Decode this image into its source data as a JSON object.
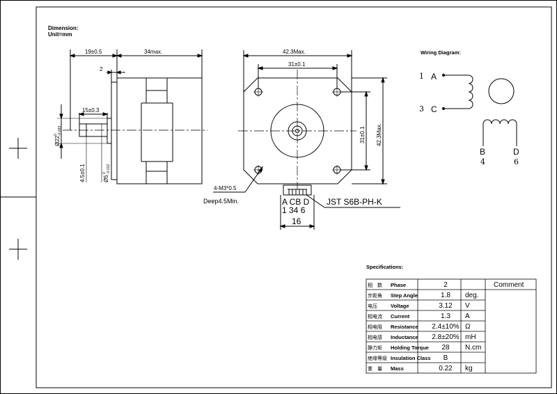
{
  "header": {
    "dimension_label": "Dimension:",
    "unit_label": "Unit=mm"
  },
  "side_view": {
    "dims": {
      "flange_offset": "19±0.5",
      "body_length": "34max.",
      "flange_thickness": "2",
      "shaft_length": "15±0.3",
      "pilot_dia": "Ø22",
      "pilot_tol": "0",
      "pilot_tol2": "-0.033",
      "flat_depth": "4.5±0.1",
      "shaft_dia": "Ø5",
      "shaft_tol": "0",
      "shaft_tol2": "-0.012"
    }
  },
  "front_view": {
    "dims": {
      "body_width": "42.3Max.",
      "hole_spacing_h": "31±0.1",
      "hole_spacing_v": "31±0.1",
      "body_height": "42.3Max.",
      "thread": "4-M3*0.5",
      "depth": "Deep4.5Min."
    },
    "connector": {
      "letters": "A CB D",
      "numbers": "1 34 6",
      "width": "16",
      "name": "JST S6B-PH-K"
    }
  },
  "wiring": {
    "title": "Wiring Diagram:",
    "pin_a_num": "1",
    "pin_a": "A",
    "pin_c_num": "3",
    "pin_c": "C",
    "pin_b": "B",
    "pin_b_num": "4",
    "pin_d": "D",
    "pin_d_num": "6"
  },
  "specs": {
    "title": "Specifications:",
    "comment_header": "Comment",
    "rows": [
      {
        "cn": "相　数",
        "label": "Phase",
        "value": "2",
        "unit": ""
      },
      {
        "cn": "步距角",
        "label": "Step Angle",
        "value": "1.8",
        "unit": "deg."
      },
      {
        "cn": "电压",
        "label": "Voltage",
        "value": "3.12",
        "unit": "V"
      },
      {
        "cn": "相电流",
        "label": "Current",
        "value": "1.3",
        "unit": "A"
      },
      {
        "cn": "相电阻",
        "label": "Resistance",
        "value": "2.4±10%",
        "unit": "Ω"
      },
      {
        "cn": "相电感",
        "label": "Inductance",
        "value": "2.8±20%",
        "unit": "mH"
      },
      {
        "cn": "静力矩",
        "label": "Holding Torque",
        "value": "28",
        "unit": "N.cm"
      },
      {
        "cn": "绝缘等级",
        "label": "Insulation Class",
        "value": "B",
        "unit": ""
      },
      {
        "cn": "重　量",
        "label": "Mass",
        "value": "0.22",
        "unit": "kg"
      }
    ]
  }
}
